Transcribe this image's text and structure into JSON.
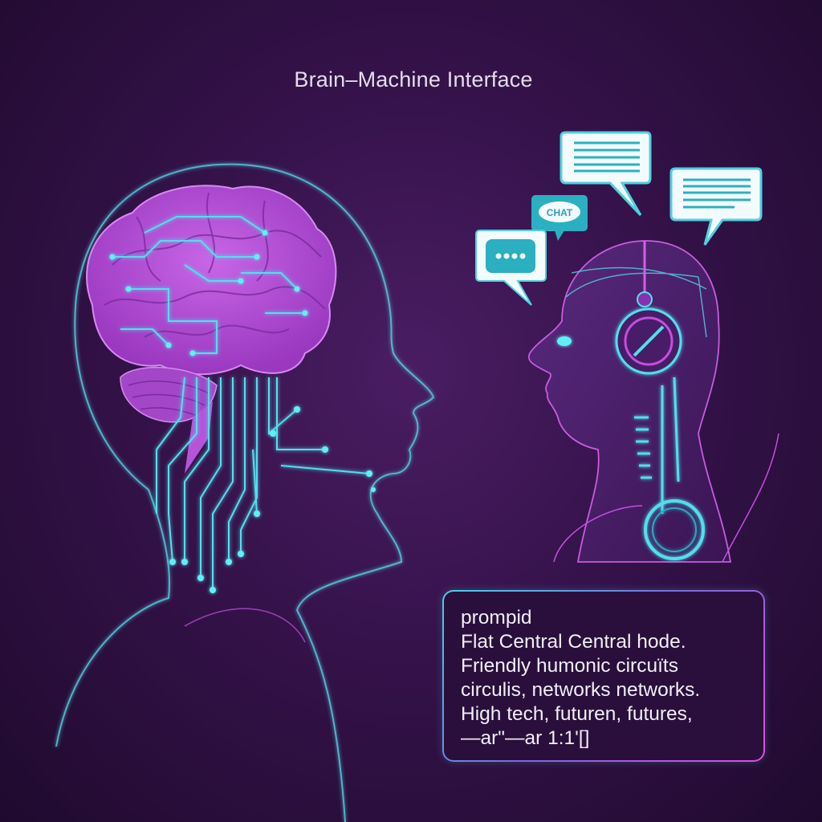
{
  "title": "Brain–Machine Interface",
  "chat_bubble_label": "CHAT",
  "prompt_box": {
    "heading": "prompid",
    "lines": [
      "Flat Central Central hode.",
      "Friendly humonic circuïts",
      "circulis, networks networks.",
      "High tech, futuren, futures,",
      "—ar\"—ar 1:1'[]"
    ]
  },
  "colors": {
    "background": "#35124a",
    "cyan_accent": "#3fd6e6",
    "magenta_accent": "#d94fe0",
    "brain": "#b44fd6"
  }
}
